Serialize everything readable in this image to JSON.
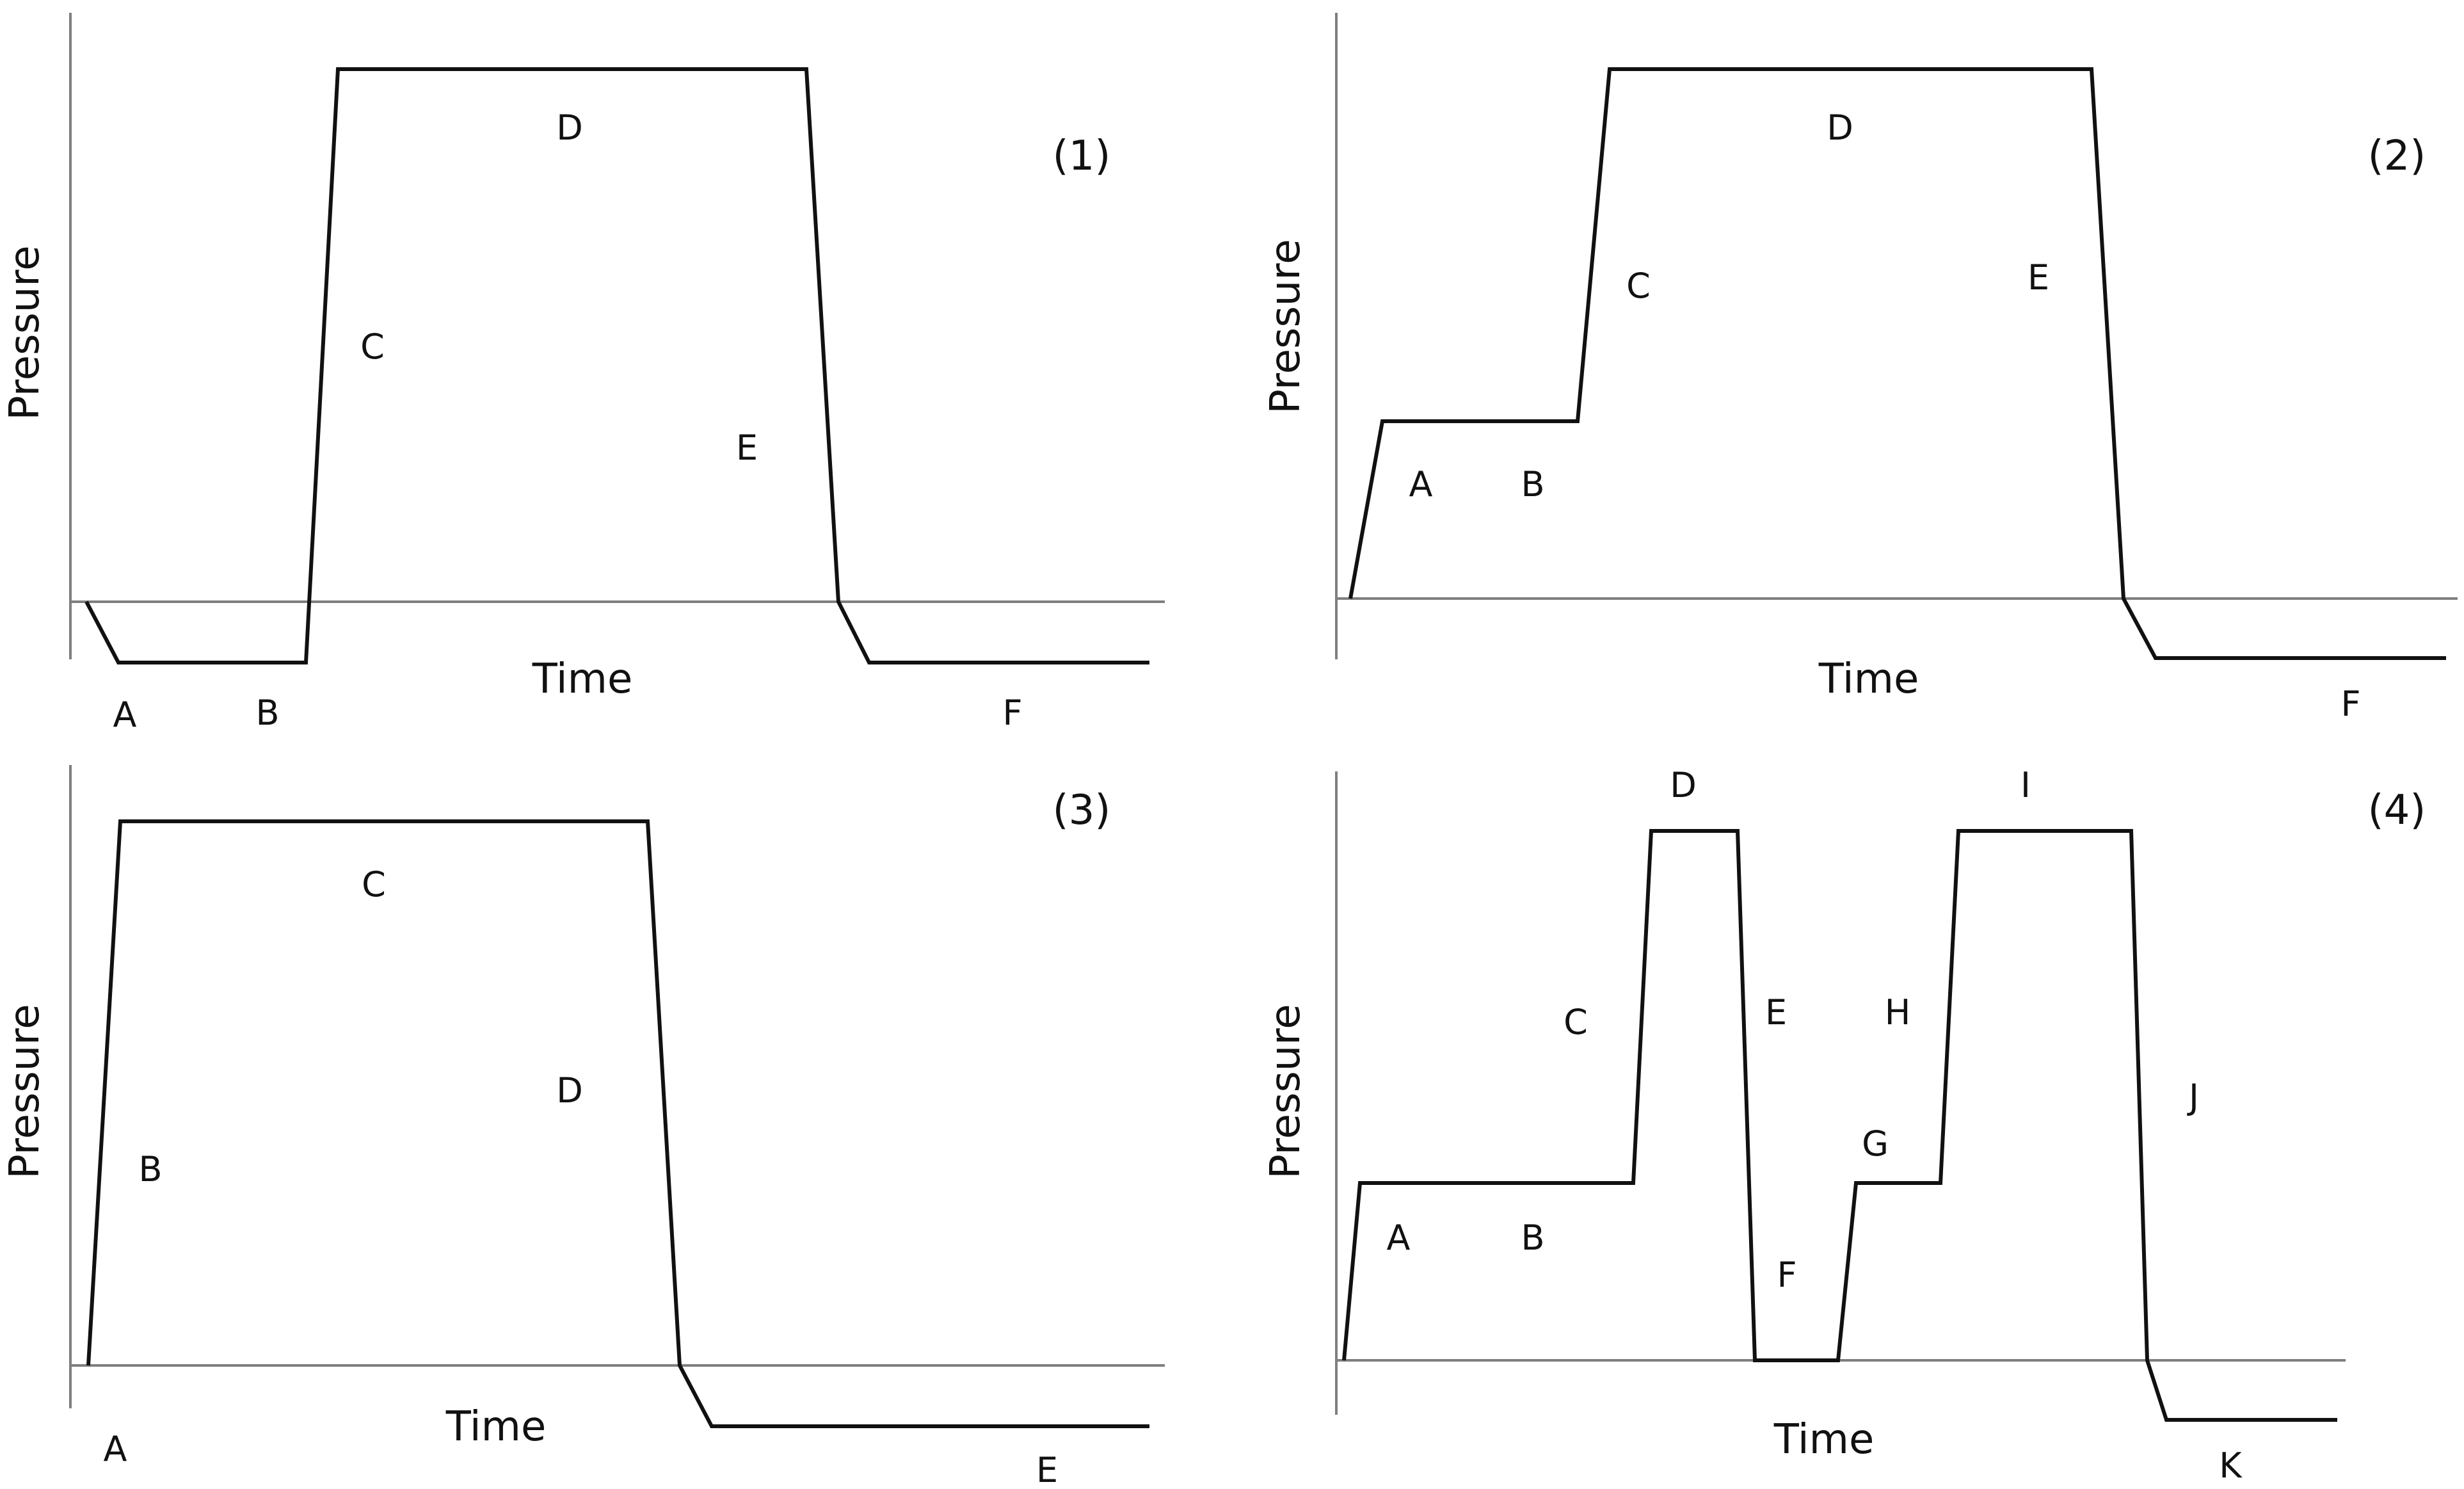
{
  "panels": [
    {
      "id": "1",
      "number": "(1)",
      "ylabel": "Pressure",
      "xlabel": "Time",
      "trace": [
        [
          0,
          0
        ],
        [
          0.1,
          -1
        ],
        [
          0.8,
          -1
        ],
        [
          1,
          9
        ],
        [
          2.5,
          9
        ],
        [
          2.6,
          0
        ],
        [
          2.7,
          -1
        ],
        [
          3.6,
          -1
        ]
      ],
      "labels": [
        "A",
        "B",
        "C",
        "D",
        "E",
        "F"
      ]
    },
    {
      "id": "2",
      "number": "(2)",
      "ylabel": "Pressure",
      "xlabel": "Time",
      "trace": [
        [
          0,
          0
        ],
        [
          0.1,
          3
        ],
        [
          0.8,
          3
        ],
        [
          0.9,
          9
        ],
        [
          2.5,
          9
        ],
        [
          2.6,
          0
        ],
        [
          2.7,
          -1
        ],
        [
          3.6,
          -1
        ]
      ],
      "labels": [
        "A",
        "B",
        "C",
        "D",
        "E",
        "F"
      ]
    },
    {
      "id": "3",
      "number": "(3)",
      "ylabel": "Pressure",
      "xlabel": "Time",
      "trace": [
        [
          0,
          0
        ],
        [
          0.1,
          9
        ],
        [
          1.8,
          9
        ],
        [
          1.9,
          0
        ],
        [
          2.0,
          -1
        ],
        [
          3.5,
          -1
        ]
      ],
      "labels": [
        "A",
        "B",
        "C",
        "D",
        "E"
      ]
    },
    {
      "id": "4",
      "number": "(4)",
      "ylabel": "Pressure",
      "xlabel": "Time",
      "trace": [
        [
          0,
          0
        ],
        [
          0.1,
          3
        ],
        [
          1.0,
          3
        ],
        [
          1.1,
          9
        ],
        [
          1.4,
          9
        ],
        [
          1.5,
          0
        ],
        [
          1.8,
          0
        ],
        [
          1.9,
          3
        ],
        [
          2.1,
          3
        ],
        [
          2.2,
          9
        ],
        [
          2.7,
          9
        ],
        [
          2.8,
          0
        ],
        [
          2.9,
          -1
        ],
        [
          3.5,
          -1
        ]
      ],
      "labels": [
        "A",
        "B",
        "C",
        "D",
        "E",
        "F",
        "G",
        "H",
        "I",
        "J",
        "K"
      ]
    }
  ]
}
